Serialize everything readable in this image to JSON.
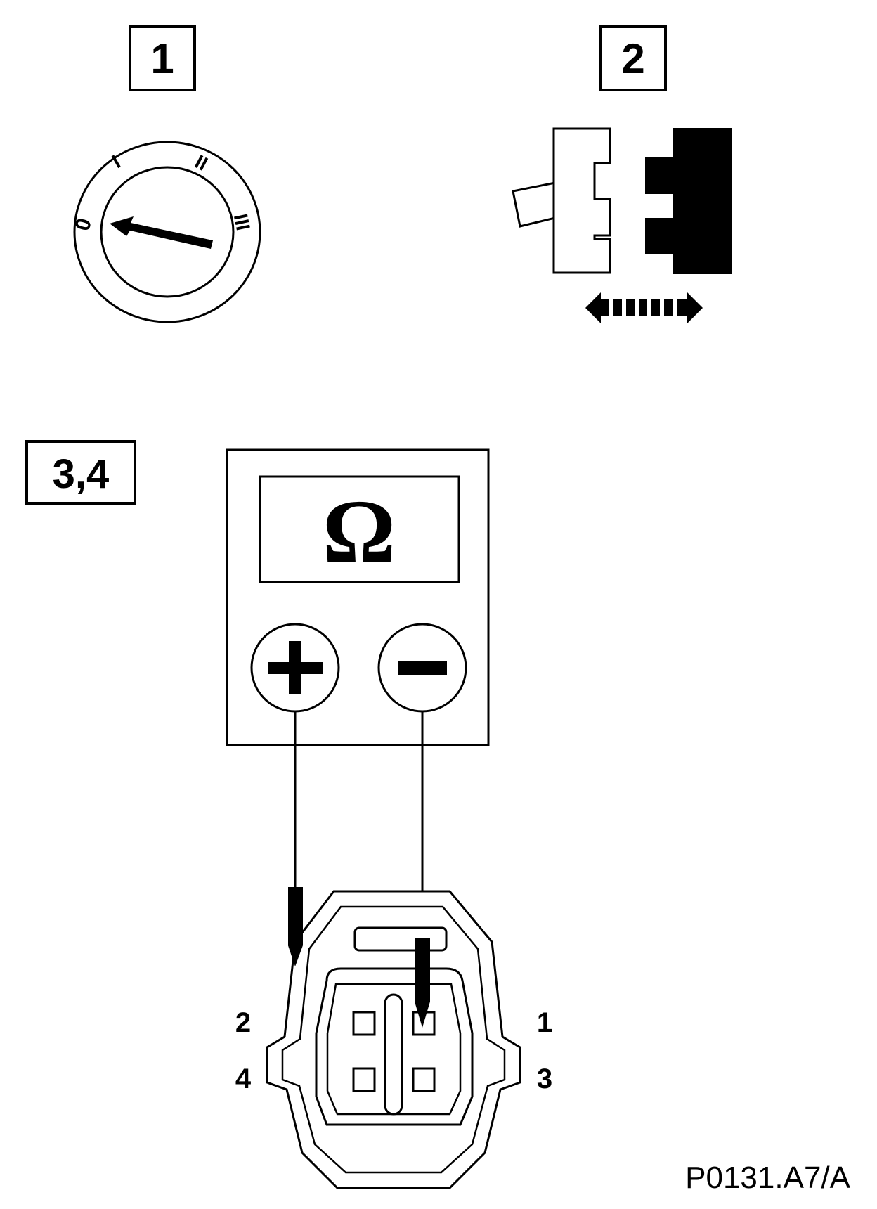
{
  "steps": {
    "step1": "1",
    "step2": "2",
    "step34": "3,4"
  },
  "ignition_switch": {
    "positions": [
      "0",
      "I",
      "II",
      "III"
    ]
  },
  "multimeter": {
    "display_symbol": "Ω",
    "plus_label": "+",
    "minus_label": "−"
  },
  "connector": {
    "pins": [
      "1",
      "2",
      "3",
      "4"
    ]
  },
  "reference_code": "P0131.A7/A"
}
